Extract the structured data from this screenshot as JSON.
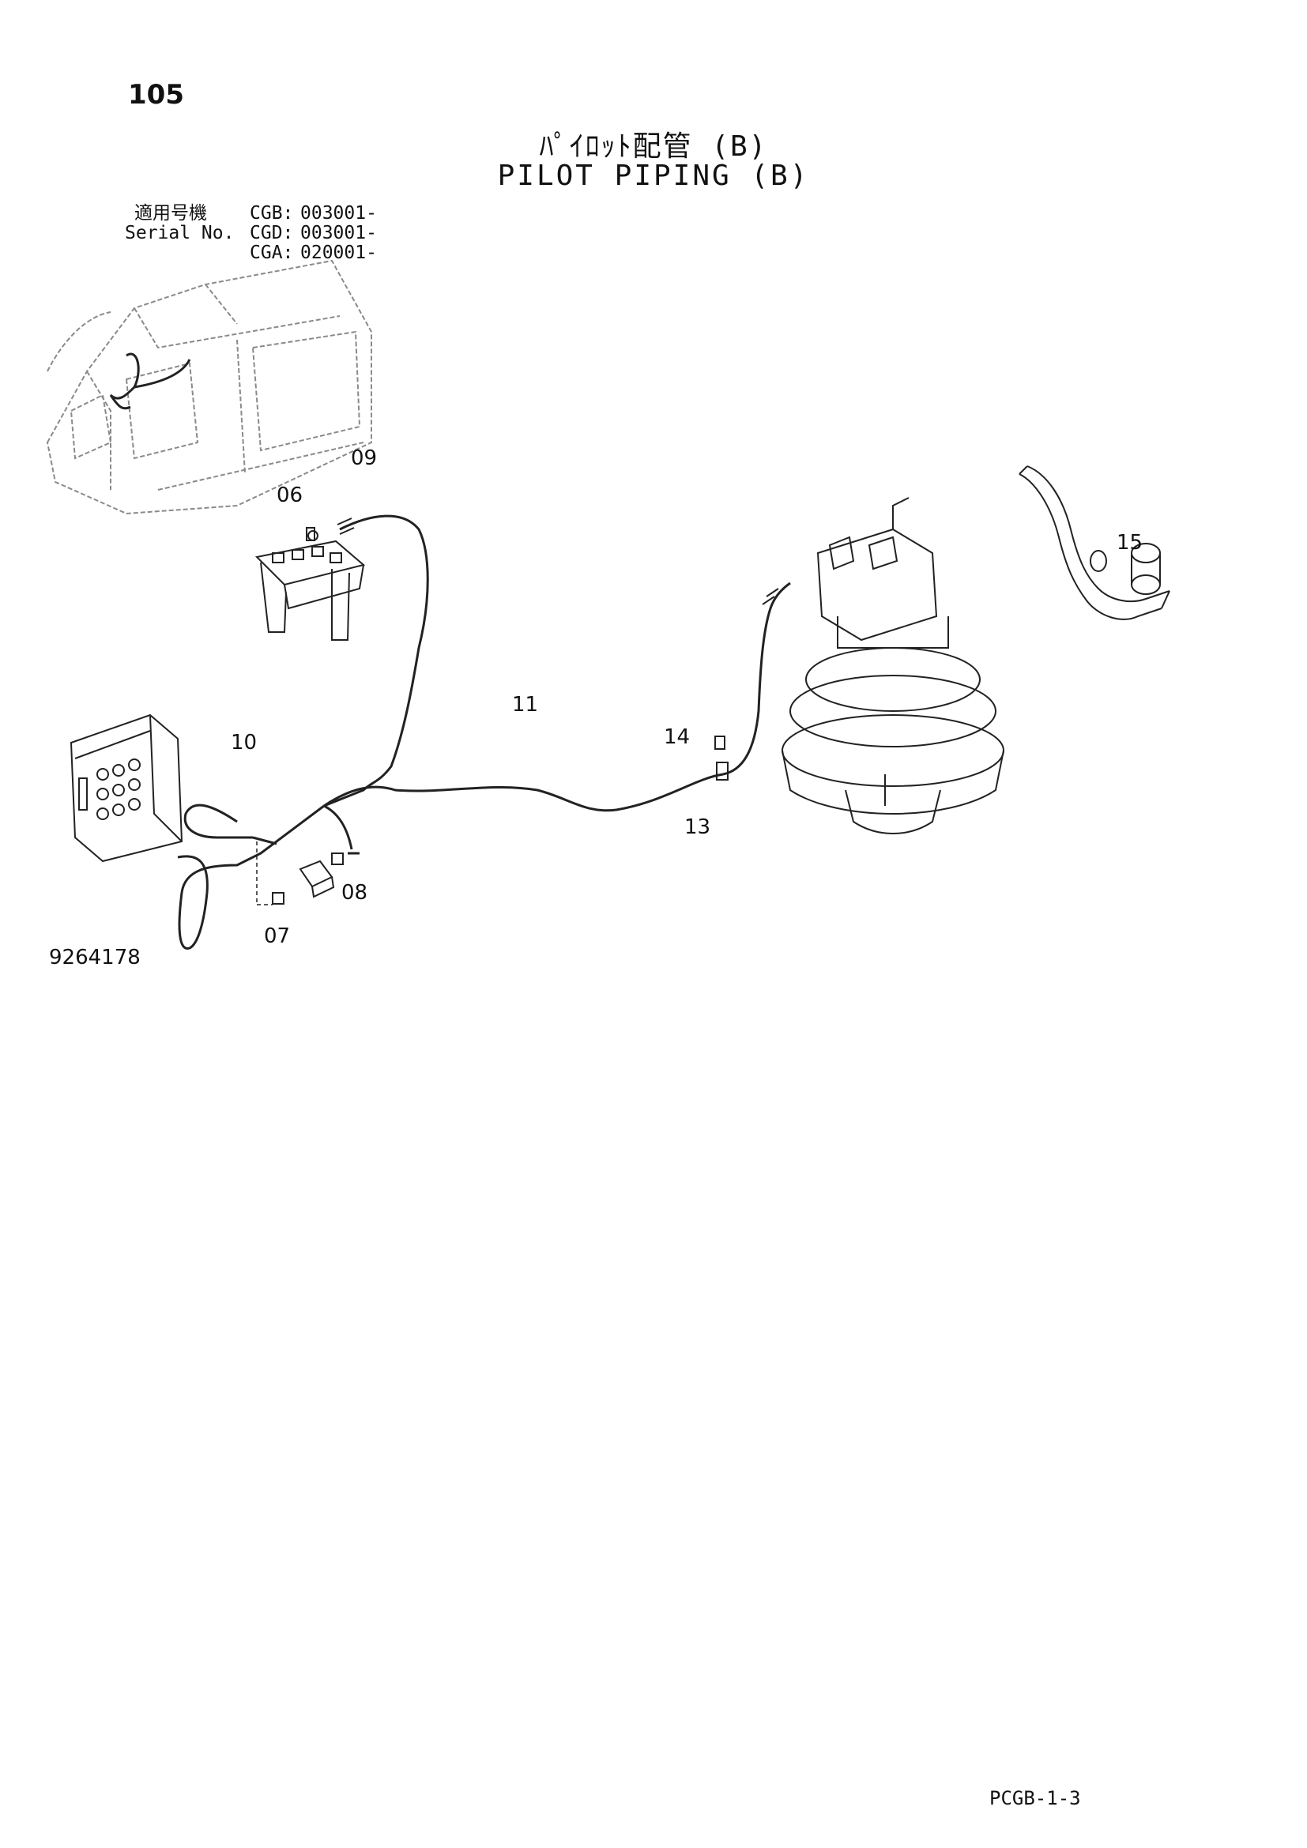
{
  "page_number": "105",
  "title_jp": "ﾊﾟｲﾛｯﾄ配管 (B)",
  "title_en": "PILOT PIPING (B)",
  "serial": {
    "label_jp": "適用号機",
    "label_en": "Serial No.",
    "rows": [
      {
        "model": "CGB:",
        "number": "003001-"
      },
      {
        "model": "CGD:",
        "number": "003001-"
      },
      {
        "model": "CGA:",
        "number": "020001-"
      }
    ]
  },
  "callouts": {
    "c06": "06",
    "c07": "07",
    "c08": "08",
    "c09": "09",
    "c10": "10",
    "c11": "11",
    "c13": "13",
    "c14": "14",
    "c15": "15"
  },
  "figure_id": "9264178",
  "page_code": "PCGB-1-3",
  "colors": {
    "line": "#222222",
    "ghost": "#888888",
    "background": "#ffffff"
  }
}
